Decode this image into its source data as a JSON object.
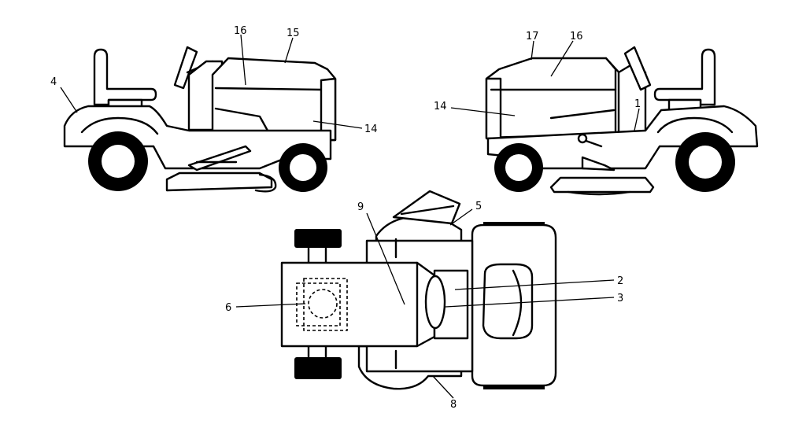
{
  "callouts": {
    "left_view": {
      "c4": "4",
      "c16": "16",
      "c15": "15",
      "c14": "14"
    },
    "right_view": {
      "c17": "17",
      "c16": "16",
      "c14": "14",
      "c1": "1"
    },
    "top_view": {
      "c9": "9",
      "c5": "5",
      "c2": "2",
      "c3": "3",
      "c6": "6",
      "c8": "8"
    }
  }
}
